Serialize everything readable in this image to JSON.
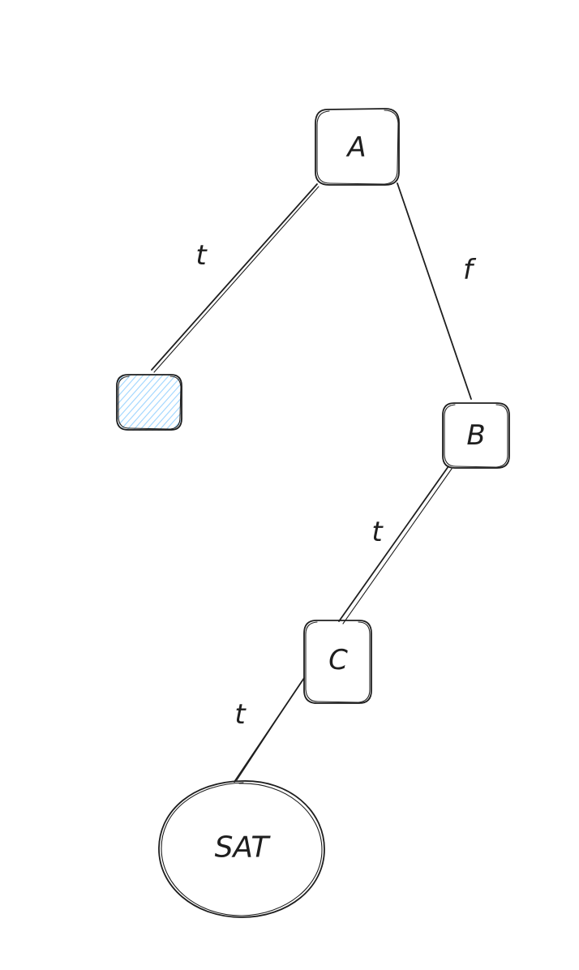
{
  "diagram": {
    "nodes": {
      "a": {
        "label": "A"
      },
      "b": {
        "label": "B"
      },
      "c": {
        "label": "C"
      },
      "sat": {
        "label": "SAT"
      },
      "pruned": {
        "label": ""
      }
    },
    "edges": {
      "a_pruned": {
        "label": "t"
      },
      "a_b": {
        "label": "f"
      },
      "b_c": {
        "label": "t"
      },
      "c_sat": {
        "label": "t"
      }
    },
    "colors": {
      "stroke": "#1e1e1e",
      "pruned_fill": "#a5d8ff",
      "background": "#ffffff"
    }
  }
}
